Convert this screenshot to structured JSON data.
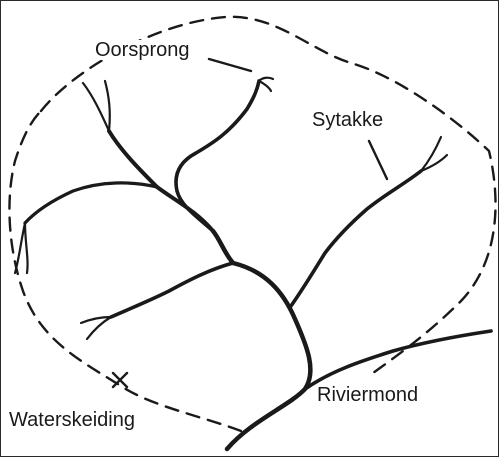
{
  "labels": {
    "source": "Oorsprong",
    "tributary": "Sytakke",
    "mouth": "Riviermond",
    "watershed": "Waterskeiding"
  },
  "colors": {
    "ink": "#1a1a1a",
    "background": "#ffffff",
    "frame": "#2b2b2b"
  }
}
